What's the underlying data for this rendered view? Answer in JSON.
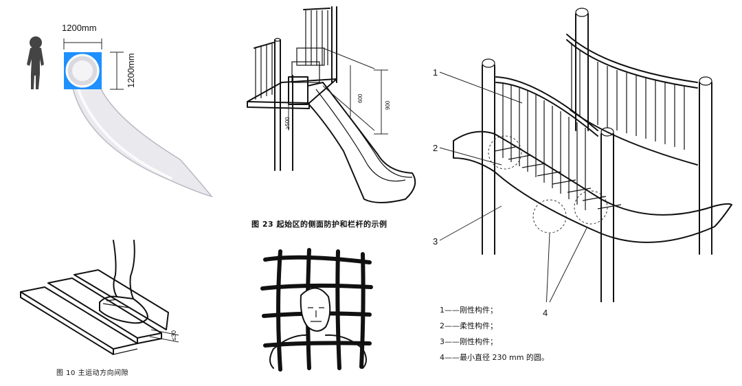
{
  "tube_slide": {
    "width_label": "1200mm",
    "height_label": "1200mm",
    "accent_color": "#1e90ff"
  },
  "slide_start": {
    "dim_low": "≥500",
    "dim_mid": "600",
    "dim_high": "900",
    "caption": "图 23   起始区的侧面防护和栏杆的示例"
  },
  "boards": {
    "gap_label": "≤30",
    "caption": "图 10   主运动方向间隙"
  },
  "bridge": {
    "callouts": [
      "1",
      "2",
      "3",
      "4"
    ],
    "legend": [
      "1——刚性构件；",
      "2——柔性构件；",
      "3——刚性构件；",
      "4——最小直径 230 mm 的圆。"
    ]
  }
}
